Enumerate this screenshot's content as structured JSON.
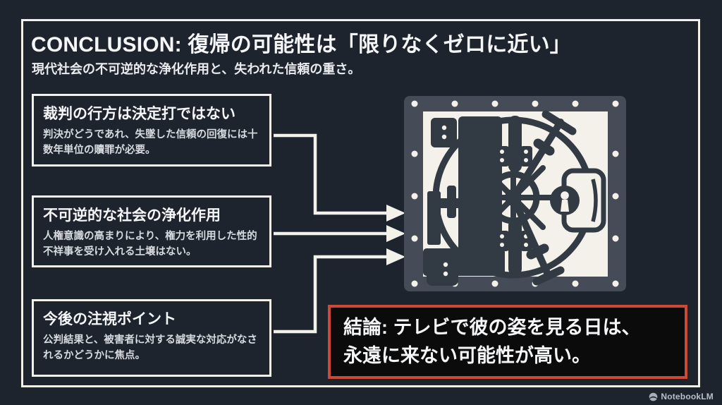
{
  "slide": {
    "header": {
      "title": "CONCLUSION: 復帰の可能性は「限りなくゼロに近い」",
      "subtitle": "現代社会の不可逆的な浄化作用と、失われた信頼の重さ。"
    },
    "points": [
      {
        "title": "裁判の行方は決定打ではない",
        "body": "判決がどうであれ、失墜した信頼の回復には十数年単位の贖罪が必要。"
      },
      {
        "title": "不可逆的な社会の浄化作用",
        "body": "人権意識の高まりにより、権力を利用した性的不祥事を受け入れる土壌はない。"
      },
      {
        "title": "今後の注視ポイント",
        "body": "公判結果と、被害者に対する誠実な対応がなされるかどうかに焦点。"
      }
    ],
    "conclusion": {
      "line1": "結論: テレビで彼の姿を見る日は、",
      "line2": "永遠に来ない可能性が高い。"
    },
    "watermark": {
      "label": "NotebookLM"
    },
    "colors": {
      "background": "#1d242e",
      "line": "#f2f1ea",
      "accent_red": "#cc4a33",
      "conclusion_bg": "#0b0b0c",
      "vault_frame": "#454c57",
      "vault_panel": "#f3f1e9",
      "vault_dark": "#323a44"
    },
    "icons": {
      "vault": "vault-door-illustration",
      "arrows": "right-arrow-icon",
      "watermark_logo": "notebooklm-logo-icon"
    }
  }
}
